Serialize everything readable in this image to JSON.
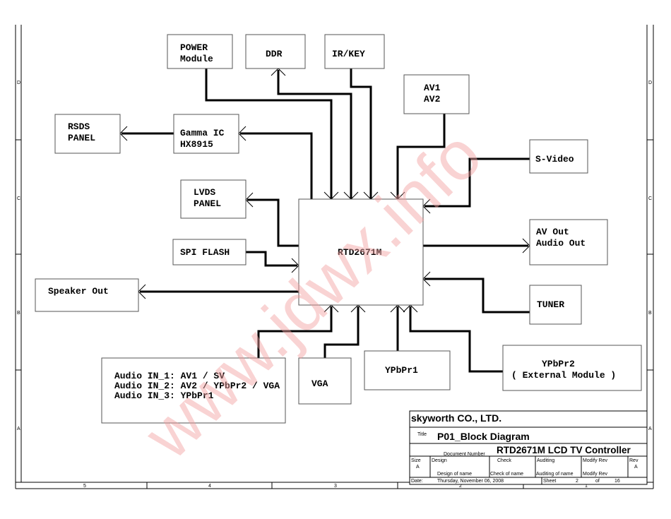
{
  "watermark": "www.jdwx.info",
  "frame": {
    "rows": [
      "D",
      "C",
      "B",
      "A"
    ],
    "columns": [
      "5",
      "4",
      "3",
      "2",
      "1"
    ]
  },
  "blocks": {
    "power": [
      "POWER",
      "Module"
    ],
    "ddr": "DDR",
    "irkey": "IR/KEY",
    "av": [
      "AV1",
      "AV2"
    ],
    "rsds": [
      "RSDS",
      "PANEL"
    ],
    "gamma": [
      "Gamma IC",
      "HX8915"
    ],
    "svideo": "S-Video",
    "lvds": [
      "LVDS",
      "PANEL"
    ],
    "main_chip": "RTD2671M",
    "spi": "SPI FLASH",
    "avout": [
      "AV Out",
      "Audio Out"
    ],
    "speaker": "Speaker Out",
    "tuner": "TUNER",
    "ypbpr2": [
      "YPbPr2",
      "( External Module )"
    ],
    "ypbpr1": "YPbPr1",
    "vga": "VGA",
    "audio_in": [
      "Audio IN_1: AV1 / SV",
      "Audio IN_2: AV2 / YPbPr2 / VGA",
      "Audio IN_3:  YPbPr1"
    ]
  },
  "title_block": {
    "company": "skyworth  CO.,  LTD.",
    "title_label": "Title",
    "title": "P01_Block Diagram",
    "doc_number_label": "Document Number",
    "doc_number": "RTD2671M LCD TV Controller",
    "size_label": "Size",
    "size": "A",
    "design_label": "Design",
    "design": "Design of name",
    "check_label": "Check",
    "check": "Check  of  name",
    "auditing_label": "Auditing",
    "auditing": "Auditing of name",
    "modify_label": "Modify Rev",
    "modify": "Modify Rev",
    "rev_label": "Rev",
    "rev": "A",
    "date_label": "Date:",
    "date": "Thursday, November 06, 2008",
    "sheet_label": "Sheet",
    "sheet": "2",
    "of_label": "of",
    "sheet_total": "16"
  }
}
